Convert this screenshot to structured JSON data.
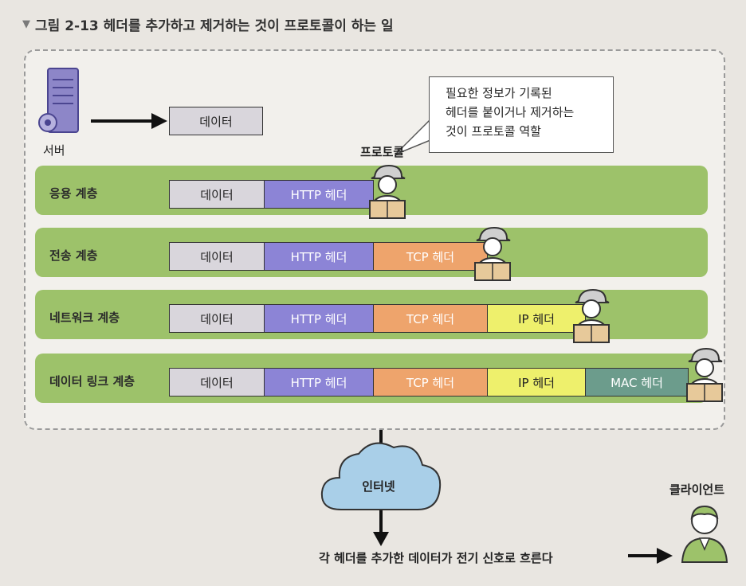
{
  "figure": {
    "title": "그림 2-13 헤더를 추가하고 제거하는 것이 프로토콜이 하는 일"
  },
  "server": {
    "label": "서버",
    "data_label": "데이터"
  },
  "callout": {
    "line1": "필요한 정보가 기록된",
    "line2": "헤더를 붙이거나 제거하는",
    "line3": "것이 프로토콜 역할"
  },
  "protocol_label": "프로토콜",
  "layers": [
    {
      "name": "응용 계층",
      "cells": [
        "데이터",
        "HTTP 헤더"
      ]
    },
    {
      "name": "전송 계층",
      "cells": [
        "데이터",
        "HTTP 헤더",
        "TCP 헤더"
      ]
    },
    {
      "name": "네트워크 계층",
      "cells": [
        "데이터",
        "HTTP 헤더",
        "TCP 헤더",
        "IP 헤더"
      ]
    },
    {
      "name": "데이터 링크 계층",
      "cells": [
        "데이터",
        "HTTP 헤더",
        "TCP 헤더",
        "IP 헤더",
        "MAC 헤더"
      ]
    }
  ],
  "internet_label": "인터넷",
  "client_label": "클라이언트",
  "bottom_text": "각 헤더를 추가한 데이터가 전기 신호로 흐른다",
  "colors": {
    "layer_bg": "#9dc26a",
    "data": "#d9d6dc",
    "http": "#8c84d6",
    "tcp": "#eea46c",
    "ip": "#eef06c",
    "mac": "#6c9c8c",
    "cloud": "#a9cfe8"
  }
}
